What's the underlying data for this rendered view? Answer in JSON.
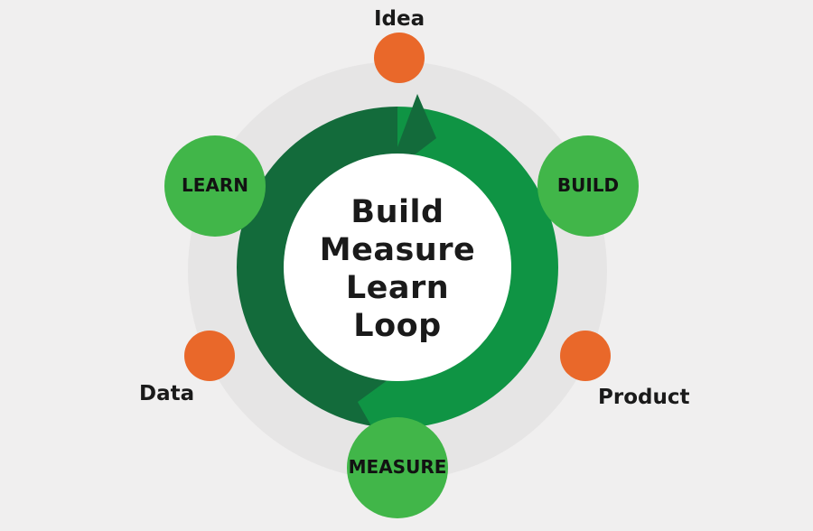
{
  "center_title": [
    "Build",
    "Measure",
    "Learn",
    "Loop"
  ],
  "stages": {
    "build": "BUILD",
    "measure": "MEASURE",
    "learn": "LEARN"
  },
  "artifacts": {
    "idea": "Idea",
    "product": "Product",
    "data": "Data"
  },
  "colors": {
    "background": "#f0efef",
    "halo": "#e6e5e5",
    "arrow_dark": "#136b3b",
    "arrow_light": "#0f9444",
    "stage_circle": "#41b649",
    "artifact_circle": "#e9682a",
    "text": "#1a1a1a"
  }
}
